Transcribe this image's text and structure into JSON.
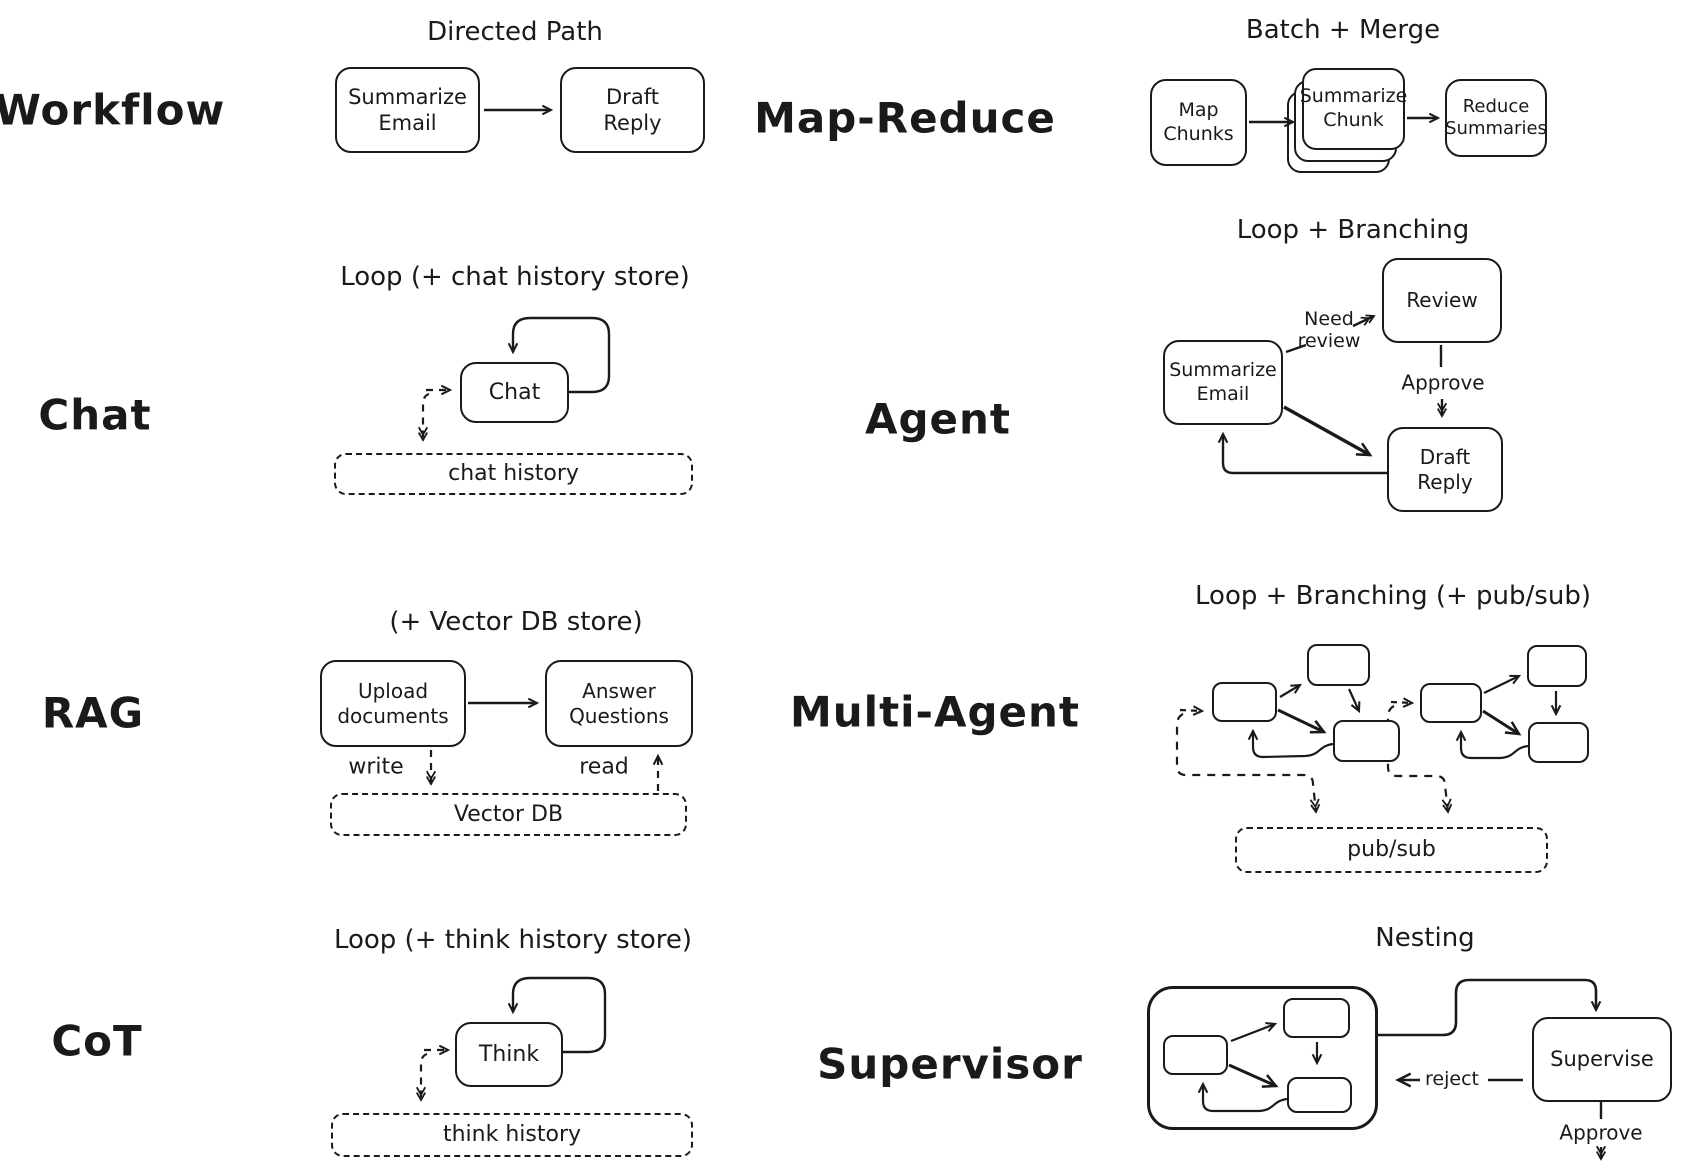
{
  "canvas": {
    "background": "#ffffff",
    "ink": "#1a1a1a"
  },
  "sections": {
    "workflow": {
      "label": "Workflow",
      "title": "Directed Path",
      "nodes": {
        "summarize_email": "Summarize\nEmail",
        "draft_reply": "Draft\nReply"
      }
    },
    "map_reduce": {
      "label": "Map-Reduce",
      "title": "Batch + Merge",
      "nodes": {
        "map_chunks": "Map\nChunks",
        "summarize_chunk": "Summarize\nChunk",
        "reduce_summaries": "Reduce\nSummaries"
      }
    },
    "chat": {
      "label": "Chat",
      "title": "Loop (+ chat history store)",
      "nodes": {
        "chat": "Chat",
        "store": "chat history"
      }
    },
    "agent": {
      "label": "Agent",
      "title": "Loop + Branching",
      "nodes": {
        "summarize_email": "Summarize\nEmail",
        "review": "Review",
        "draft_reply": "Draft\nReply"
      },
      "edge_labels": {
        "need_review": "Need\nreview",
        "approve": "Approve"
      }
    },
    "rag": {
      "label": "RAG",
      "title": "(+ Vector DB store)",
      "nodes": {
        "upload": "Upload\ndocuments",
        "answer": "Answer\nQuestions",
        "store": "Vector DB"
      },
      "edge_labels": {
        "write": "write",
        "read": "read"
      }
    },
    "multi_agent": {
      "label": "Multi-Agent",
      "title": "Loop + Branching (+ pub/sub)",
      "nodes": {
        "store": "pub/sub"
      }
    },
    "cot": {
      "label": "CoT",
      "title": "Loop (+ think history store)",
      "nodes": {
        "think": "Think",
        "store": "think history"
      }
    },
    "supervisor": {
      "label": "Supervisor",
      "title": "Nesting",
      "nodes": {
        "supervise": "Supervise"
      },
      "edge_labels": {
        "reject": "reject",
        "approve": "Approve"
      }
    }
  }
}
